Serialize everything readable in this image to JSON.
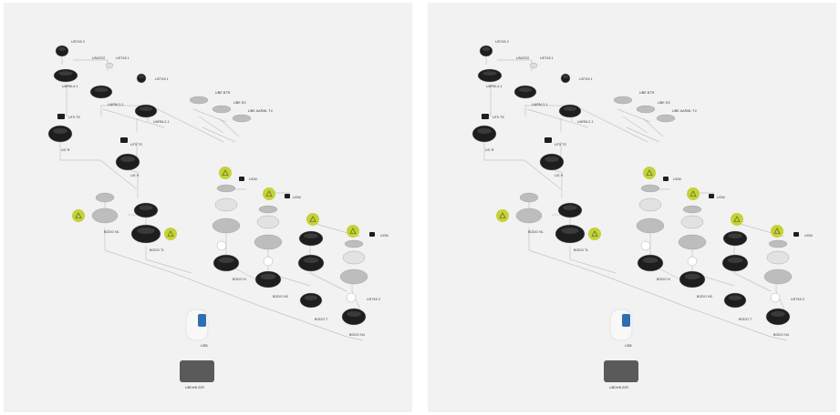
{
  "diagram": {
    "labels": {
      "ust45_2": "UST45 2",
      "usaf22": "USAF22",
      "ust45_1a": "UST45 1",
      "uarm_4_1": "UARM-4-1",
      "ust45_1b": "UST45 1",
      "uarm_3_1": "UARM-3-1",
      "ube_btr": "UBE BTR",
      "ube_ks": "UBE KS",
      "ube_aarm": "UBE AARML TV",
      "uarm_2_1": "UARM-2-1",
      "ut5_ts_1": "UT5 TS",
      "ug_r": "UG R",
      "ut5_ts_2": "UT5 TS",
      "ug_r2": "UG R",
      "ugm1": "UGM",
      "ugm2": "UGM",
      "ugm3": "UGM",
      "bodo_nl": "BODO NL",
      "bodo_tl": "BODO TL",
      "bodo_n": "BODO N",
      "bodo_n3": "BODO N3",
      "bodo_t": "BODO T",
      "bodo_n4": "BODO N4",
      "ust45_3": "UST45 3",
      "usb": "USB",
      "ubdhb": "UBDHB 02R"
    },
    "colors": {
      "panel": "#f2f2f2",
      "line": "#c4c4c4",
      "lime": "#c4d23a",
      "dark": "#1e1e1e",
      "metal": "#bdbdbd"
    }
  }
}
